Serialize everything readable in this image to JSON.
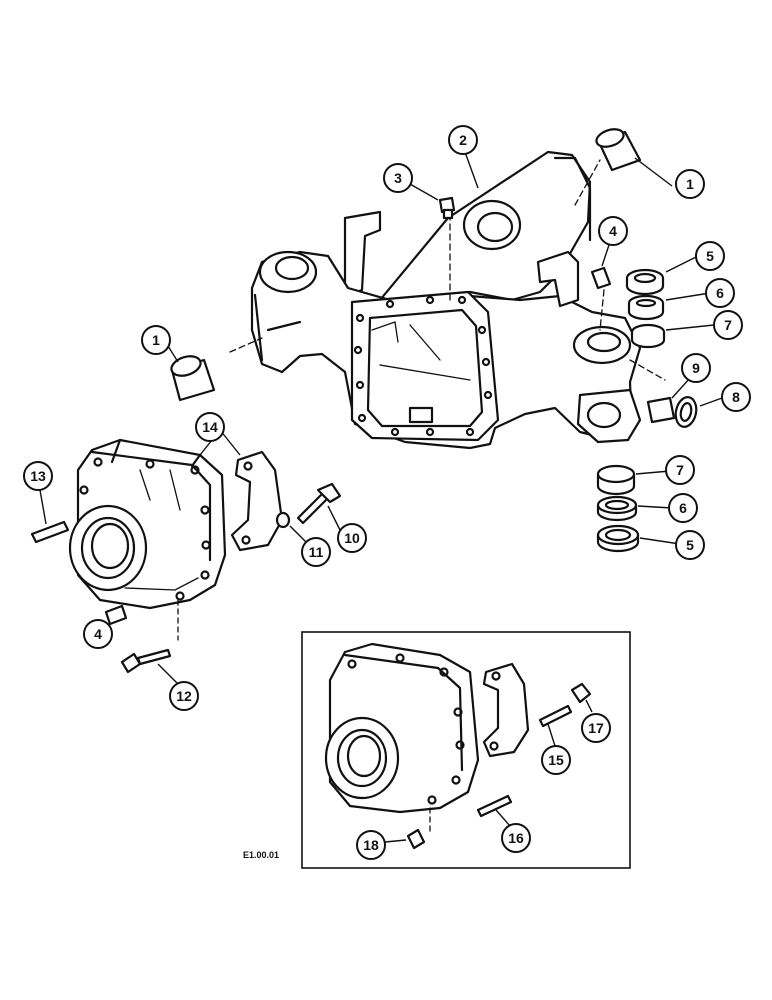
{
  "figure": {
    "reference_code": "E1.00.01"
  },
  "callouts": [
    "1",
    "1",
    "2",
    "3",
    "4",
    "4",
    "5",
    "5",
    "6",
    "6",
    "7",
    "7",
    "8",
    "9",
    "10",
    "11",
    "12",
    "13",
    "14",
    "15",
    "16",
    "17",
    "18"
  ]
}
